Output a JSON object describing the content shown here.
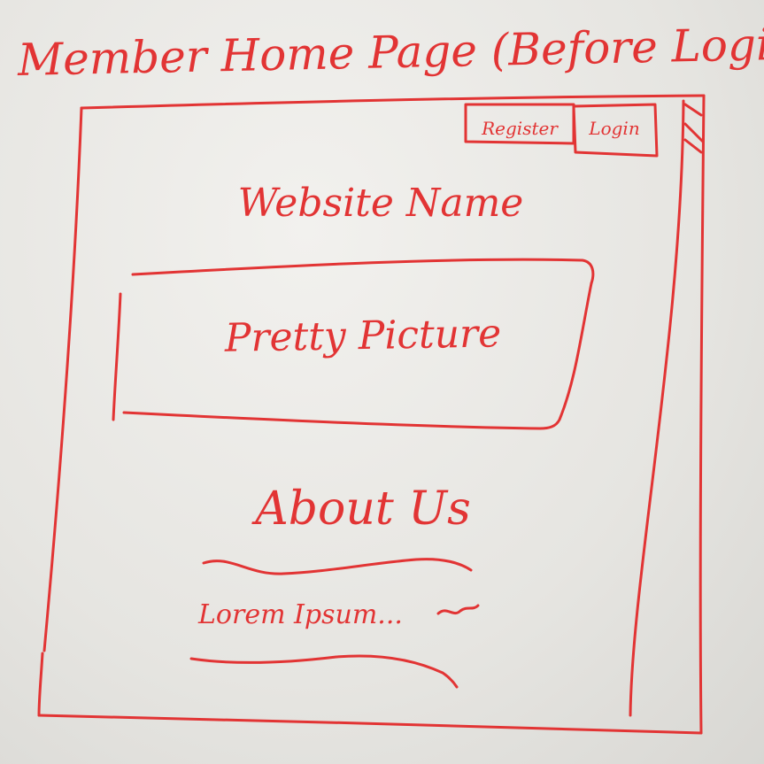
{
  "board": {
    "title": "Member Home Page (Before Login)"
  },
  "header": {
    "register_label": "Register",
    "login_label": "Login"
  },
  "site": {
    "name": "Website Name"
  },
  "hero": {
    "label": "Pretty Picture"
  },
  "about": {
    "heading": "About Us",
    "body": "Lorem Ipsum..."
  },
  "colors": {
    "marker_red": "#e23434",
    "board_bg": "#e6e5e1"
  }
}
